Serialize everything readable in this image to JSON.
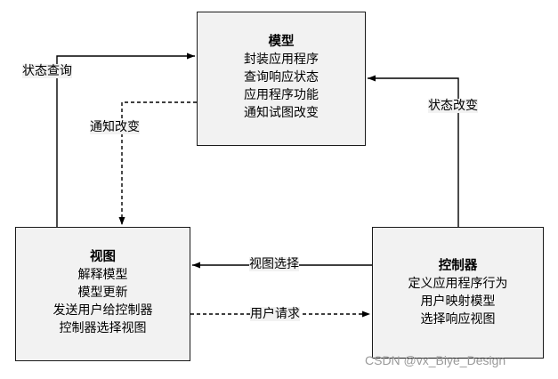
{
  "model": {
    "title": "模型",
    "lines": [
      "封装应用程序",
      "查询响应状态",
      "应用程序功能",
      "通知试图改变"
    ]
  },
  "view": {
    "title": "视图",
    "lines": [
      "解释模型",
      "模型更新",
      "发送用户给控制器",
      "控制器选择视图"
    ]
  },
  "controller": {
    "title": "控制器",
    "lines": [
      "定义应用程序行为",
      "用户映射模型",
      "选择响应视图"
    ]
  },
  "edges": {
    "state_query": "状态查询",
    "notify_change": "通知改变",
    "state_change": "状态改变",
    "view_select": "视图选择",
    "user_request": "用户请求"
  },
  "watermark": "CSDN @vx_Biye_Design"
}
